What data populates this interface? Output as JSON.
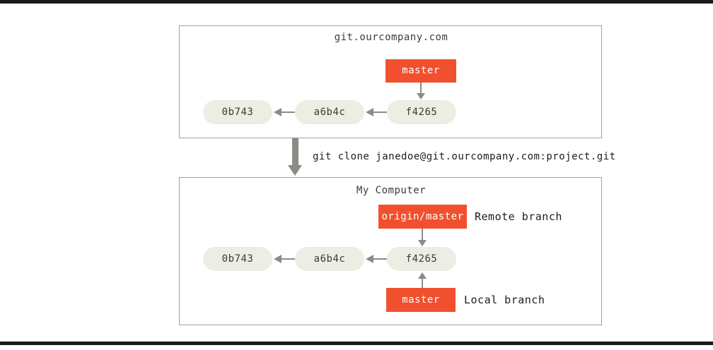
{
  "colors": {
    "page_bg": "#ffffff",
    "page_rule": "#1a1a1a",
    "box_bg": "#ffffff",
    "box_border": "#a0a09b",
    "branch_box": "#f1502f",
    "branch_text": "#ffffff",
    "commit_pill": "#ecede3",
    "commit_text": "#3c3c35",
    "title_text": "#3c3c35",
    "label_text": "#1c1c1a",
    "arrow": "#8c8c86"
  },
  "server_repo": {
    "title": "git.ourcompany.com",
    "branch": "master",
    "commits": [
      "0b743",
      "a6b4c",
      "f4265"
    ]
  },
  "clone_step": {
    "command": "git clone janedoe@git.ourcompany.com:project.git"
  },
  "local_repo": {
    "title": "My Computer",
    "remote_branch": "origin/master",
    "remote_branch_note": "Remote branch",
    "local_branch": "master",
    "local_branch_note": "Local branch",
    "commits": [
      "0b743",
      "a6b4c",
      "f4265"
    ]
  }
}
